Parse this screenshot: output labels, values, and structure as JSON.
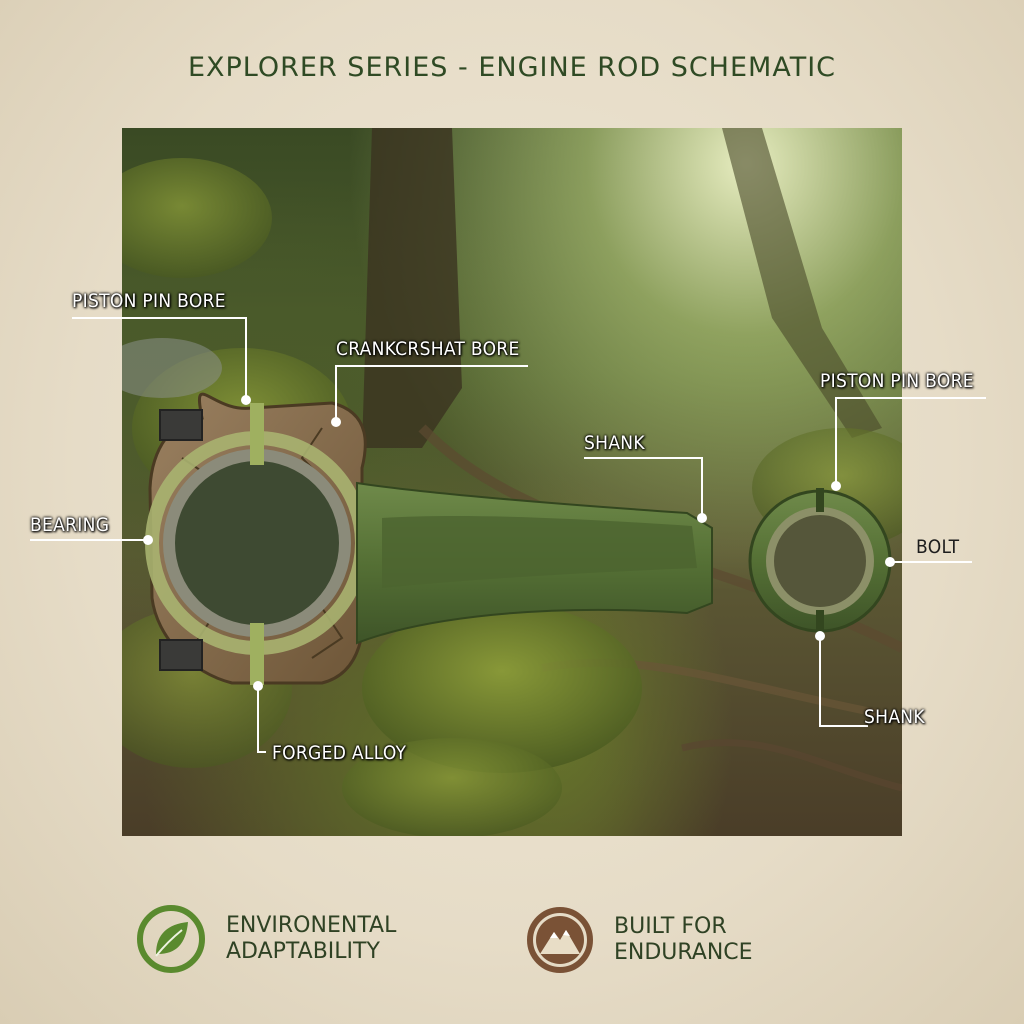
{
  "title": "EXPLORER SERIES - ENGINE ROD SCHEMATIC",
  "callouts": {
    "piston_pin_bore_left": "PISTON PIN  BORE",
    "crankshaft_bore": "CRANKCRSHAT BORE",
    "piston_pin_bore_right": "PISTON PIN BORE",
    "shank_top": "SHANK",
    "bearing": "BEARING",
    "bolt": "BOLT",
    "forged_alloy": "FORGED ALLOY",
    "shank_bottom": "SHANK"
  },
  "features": [
    {
      "line1": "ENVIRONENTAL",
      "line2": "ADAPTABILITY",
      "icon": "leaf-icon",
      "color": "#5a8a2e"
    },
    {
      "line1": "BUILT FOR",
      "line2": "ENDURANCE",
      "icon": "mountain-icon",
      "color": "#7a5236"
    }
  ]
}
